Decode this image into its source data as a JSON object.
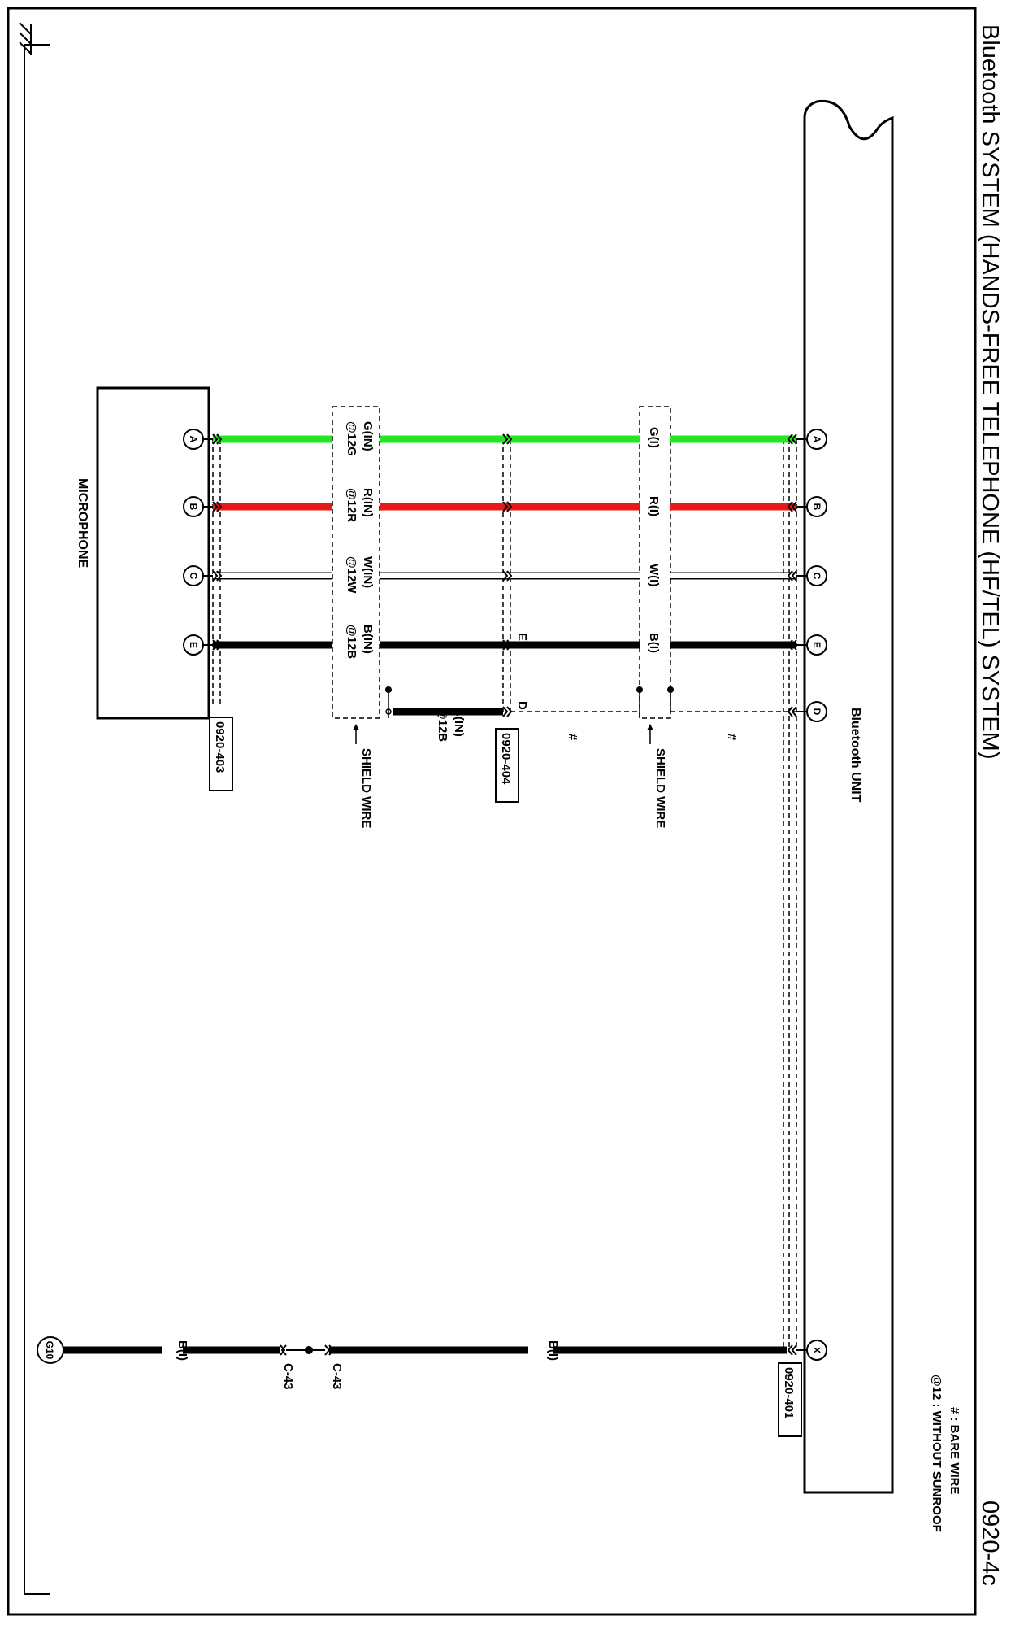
{
  "title": "Bluetooth SYSTEM (HANDS-FREE TELEPHONE (HF/TEL) SYSTEM)",
  "page_number": "0920-4c",
  "legend": {
    "bare_wire": "# : BARE WIRE",
    "without_sunroof": "@12 : WITHOUT SUNROOF"
  },
  "components": {
    "bluetooth_unit": "Bluetooth UNIT",
    "microphone": "MICROPHONE",
    "ground": "G10"
  },
  "connectors": {
    "c403": "0920-403",
    "c404": "0920-404",
    "c401": "0920-401",
    "c43a": "C-43",
    "c43b": "C-43"
  },
  "pins": {
    "right": [
      "A",
      "B",
      "C",
      "E",
      "D",
      "X"
    ],
    "left": [
      "A",
      "B",
      "C",
      "E"
    ]
  },
  "wires": {
    "a_right": "G(I)",
    "b_right": "R(I)",
    "c_right": "W(I)",
    "e_right": "B(I)",
    "a_left_1": "G(IN)",
    "a_left_2": "@12G",
    "b_left_1": "R(IN)",
    "b_left_2": "@12R",
    "c_left_1": "W(IN)",
    "c_left_2": "@12W",
    "e_left_1": "B(IN)",
    "e_left_2": "@12B",
    "mid_1": "B(IN)",
    "mid_2": "@12B",
    "bare_1": "#",
    "bare_2": "#",
    "junction_e": "E",
    "junction_d": "D",
    "gnd_wire_1": "B(I)",
    "gnd_wire_2": "B(I)"
  },
  "shield_wire_labels": [
    "SHIELD WIRE",
    "SHIELD WIRE"
  ],
  "colors": {
    "green": "#22e822",
    "red": "#e81818",
    "black": "#000000"
  }
}
